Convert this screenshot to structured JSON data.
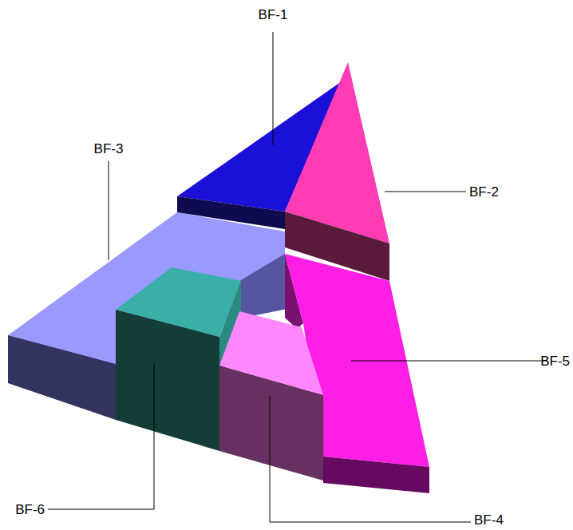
{
  "diagram": {
    "labels": [
      "BF-1",
      "BF-3",
      "BF-2",
      "BF-5",
      "BF-6",
      "BF-4"
    ]
  }
}
